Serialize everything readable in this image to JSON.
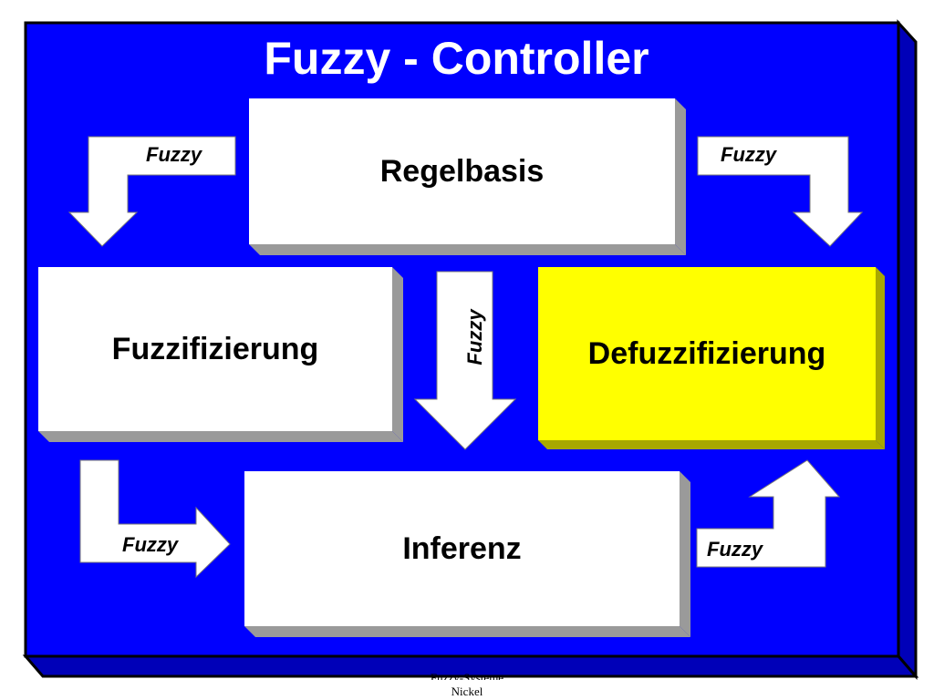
{
  "title": "Fuzzy - Controller",
  "colors": {
    "background": "#0000ff",
    "defuzzifizierung_fill": "#ffff00",
    "box_fill": "#ffffff"
  },
  "boxes": {
    "regelbasis": "Regelbasis",
    "fuzzifizierung": "Fuzzifizierung",
    "defuzzifizierung": "Defuzzifizierung",
    "inferenz": "Inferenz"
  },
  "arrows": {
    "top_left": "Fuzzy",
    "top_right": "Fuzzy",
    "center": "Fuzzy",
    "bottom_left": "Fuzzy",
    "bottom_right": "Fuzzy"
  },
  "footer": {
    "line1": "Fuzzy-Systeme",
    "line2": "Nickel"
  }
}
